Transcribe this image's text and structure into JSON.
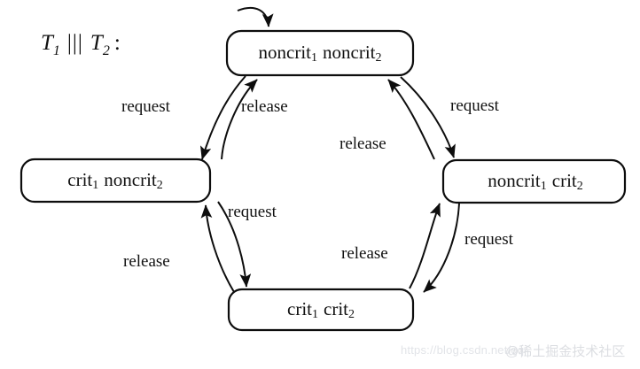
{
  "figure": {
    "title_base": "T",
    "title_sub1": "1",
    "title_operator": "|||",
    "title_base2": "T",
    "title_sub2": "2",
    "title_colon": ":",
    "title_full": "T1 ||| T2 :",
    "background_color": "#ffffff",
    "stroke_color": "#0d0d0d"
  },
  "nodes": [
    {
      "id": "noncrit-noncrit",
      "name": "state-noncrit1-noncrit2",
      "label": "noncrit1 noncrit2",
      "part1": "noncrit",
      "sub1": "1",
      "part2": "noncrit",
      "sub2": "2",
      "initial": true
    },
    {
      "id": "crit-noncrit",
      "name": "state-crit1-noncrit2",
      "label": "crit1 noncrit2",
      "part1": "crit",
      "sub1": "1",
      "part2": "noncrit",
      "sub2": "2",
      "initial": false
    },
    {
      "id": "noncrit-crit",
      "name": "state-noncrit1-crit2",
      "label": "noncrit1 crit2",
      "part1": "noncrit",
      "sub1": "1",
      "part2": "crit",
      "sub2": "2",
      "initial": false
    },
    {
      "id": "crit-crit",
      "name": "state-crit1-crit2",
      "label": "crit1 crit2",
      "part1": "crit",
      "sub1": "1",
      "part2": "crit",
      "sub2": "2",
      "initial": false
    }
  ],
  "edges": [
    {
      "id": "e1",
      "from": "noncrit-noncrit",
      "to": "crit-noncrit",
      "label": "request"
    },
    {
      "id": "e2",
      "from": "crit-noncrit",
      "to": "noncrit-noncrit",
      "label": "release"
    },
    {
      "id": "e3",
      "from": "noncrit-noncrit",
      "to": "noncrit-crit",
      "label": "request"
    },
    {
      "id": "e4",
      "from": "noncrit-crit",
      "to": "noncrit-noncrit",
      "label": "release"
    },
    {
      "id": "e5",
      "from": "crit-noncrit",
      "to": "crit-crit",
      "label": "request"
    },
    {
      "id": "e6",
      "from": "crit-crit",
      "to": "crit-noncrit",
      "label": "release"
    },
    {
      "id": "e7",
      "from": "noncrit-crit",
      "to": "crit-crit",
      "label": "request"
    },
    {
      "id": "e8",
      "from": "crit-crit",
      "to": "noncrit-crit",
      "label": "release"
    }
  ],
  "watermark": {
    "url": "https://blog.csdn.net/qq_",
    "tag": "@稀土掘金技术社区"
  }
}
